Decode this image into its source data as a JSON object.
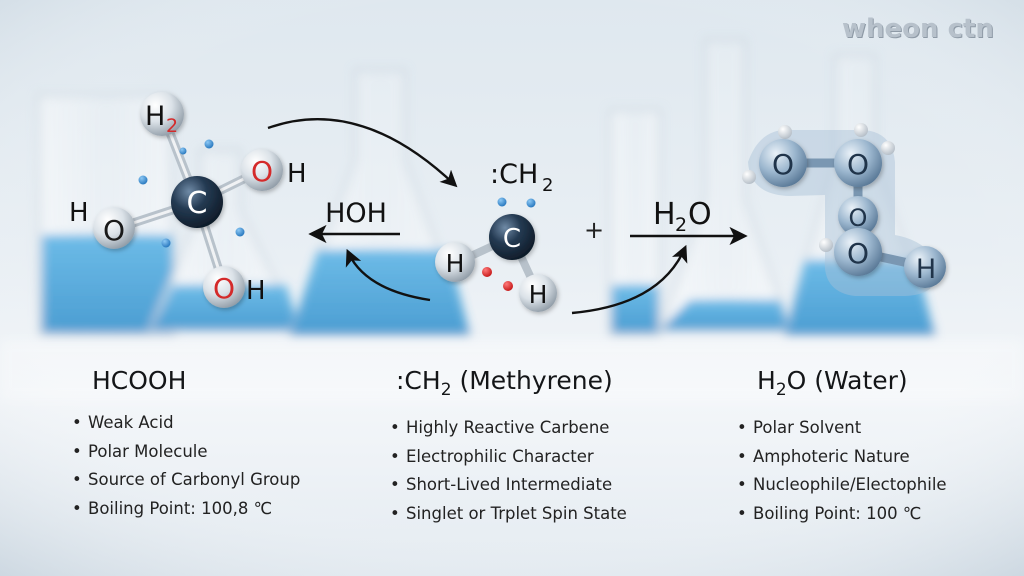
{
  "watermark": "wheon ctn",
  "molecules": {
    "hcooh": {
      "center_atom": "C",
      "h_top": "H",
      "h_top_sub": "2",
      "oh_right_o": "O",
      "oh_right_h": "H",
      "oh_left_h": "H",
      "oh_left_o": "O",
      "oh_bottom_o": "O",
      "oh_bottom_h": "H"
    },
    "carbene": {
      "label_main": ":CH",
      "label_sub": "2",
      "center_atom": "C",
      "h_left": "H",
      "h_right": "H"
    },
    "water": {
      "o1": "O",
      "o2": "O",
      "o3": "O",
      "o4": "O",
      "h": "H"
    }
  },
  "reaction": {
    "hoh_label": "HOH",
    "plus": "+",
    "h2o_main": "H",
    "h2o_sub": "2",
    "h2o_end": "O"
  },
  "columns": {
    "hcooh": {
      "title": "HCOOH",
      "items": [
        "Weak Acid",
        "Polar Molecule",
        "Source of Carbonyl Group",
        "Boiling Point: 100,8 ℃"
      ]
    },
    "carbene": {
      "title_main": ":CH",
      "title_sub": "2",
      "title_rest": " (Methyrene)",
      "items": [
        "Highly Reactive Carbene",
        "Electrophilic Character",
        "Short-Lived Intermediate",
        "Singlet or Trplet Spin State"
      ]
    },
    "water": {
      "title_main": "H",
      "title_sub": "2",
      "title_rest": "O (Water)",
      "items": [
        "Polar Solvent",
        "Amphoteric Nature",
        "Nucleophile/Electophile",
        "Boiling Point: 100 ℃"
      ]
    }
  },
  "colors": {
    "carbon": "#1f3347",
    "oxygen_text": "#d42a2a",
    "oxygen_sphere": "#c9d2da",
    "water_sphere": "#7f9fbc",
    "liquid": "#3aa0d8",
    "electron_dot_blue": "#2e8bd6",
    "electron_dot_red": "#d62020"
  }
}
